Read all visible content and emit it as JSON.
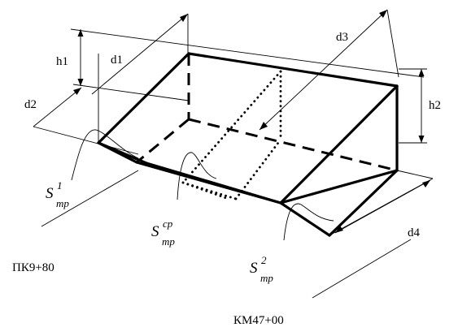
{
  "labels": {
    "h1": "h1",
    "h2": "h2",
    "d1": "d1",
    "d2": "d2",
    "d3": "d3",
    "d4": "d4",
    "picket_left": "ПК9+80",
    "picket_bottom": "КМ47+00"
  },
  "areas": {
    "s1": {
      "symbol": "S",
      "sup": "1",
      "sub": "mp"
    },
    "scp": {
      "symbol": "S",
      "sup": "cp",
      "sub": "mp"
    },
    "s2": {
      "symbol": "S",
      "sup": "2",
      "sub": "mp"
    }
  }
}
